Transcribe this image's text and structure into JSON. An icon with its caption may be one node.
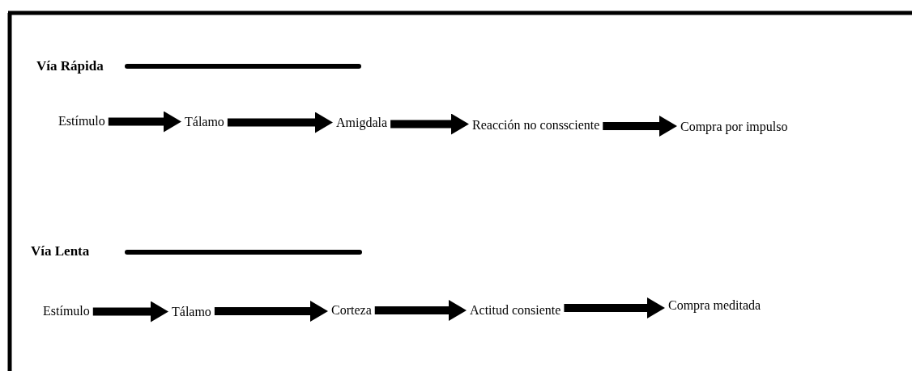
{
  "diagram": {
    "nodes": [
      {
        "text": [
          "Estímulo"
        ]
      },
      {
        "text": [
          "Tálamo"
        ]
      },
      {
        "text": [
          "Amigdala"
        ]
      },
      {
        "text": [
          "Reacción no conssciente"
        ]
      },
      {
        "text": [
          "Compra por impulso"
        ]
      },
      {
        "text": [
          "Estímulo"
        ]
      },
      {
        "text": [
          "Tálamo"
        ]
      },
      {
        "text": [
          "Corteza"
        ]
      },
      {
        "text": [
          "Actitud consiente"
        ]
      },
      {
        "text": [
          "Compra meditada"
        ]
      }
    ],
    "edges": [
      {
        "from": 0,
        "to": 1,
        "arrow": "to"
      },
      {
        "from": 1,
        "to": 2,
        "arrow": "to"
      },
      {
        "from": 2,
        "to": 3,
        "arrow": "to"
      },
      {
        "from": 3,
        "to": 4,
        "arrow": "to"
      },
      {
        "from": 5,
        "to": 6,
        "arrow": "to"
      },
      {
        "from": 6,
        "to": 7,
        "arrow": "to"
      },
      {
        "from": 7,
        "to": 8,
        "arrow": "to"
      },
      {
        "from": 8,
        "to": 9,
        "arrow": "to"
      }
    ],
    "labels": [
      "Vía Rápida",
      "Vía Lenta"
    ]
  }
}
